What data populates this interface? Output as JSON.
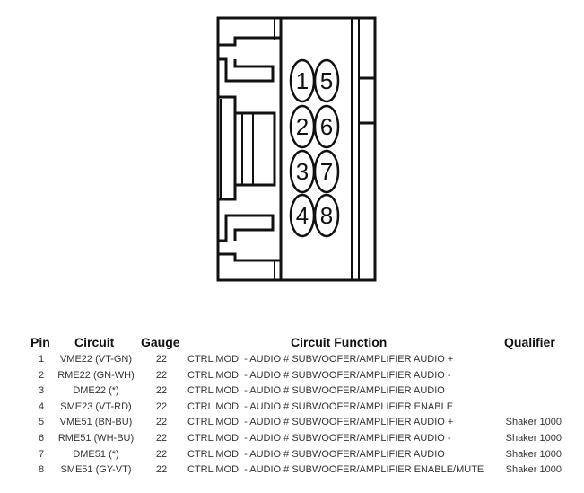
{
  "connector": {
    "pins": [
      {
        "label": "1",
        "col": 0,
        "row": 0
      },
      {
        "label": "2",
        "col": 0,
        "row": 1
      },
      {
        "label": "3",
        "col": 0,
        "row": 2
      },
      {
        "label": "4",
        "col": 0,
        "row": 3
      },
      {
        "label": "5",
        "col": 1,
        "row": 0
      },
      {
        "label": "6",
        "col": 1,
        "row": 1
      },
      {
        "label": "7",
        "col": 1,
        "row": 2
      },
      {
        "label": "8",
        "col": 1,
        "row": 3
      }
    ]
  },
  "table": {
    "headers": {
      "pin": "Pin",
      "circuit": "Circuit",
      "gauge": "Gauge",
      "function": "Circuit Function",
      "qualifier": "Qualifier"
    },
    "rows": [
      {
        "pin": "1",
        "circuit": "VME22 (VT-GN)",
        "gauge": "22",
        "function": "CTRL MOD. - AUDIO # SUBWOOFER/AMPLIFIER AUDIO +",
        "qualifier": ""
      },
      {
        "pin": "2",
        "circuit": "RME22 (GN-WH)",
        "gauge": "22",
        "function": "CTRL MOD. - AUDIO # SUBWOOFER/AMPLIFIER AUDIO -",
        "qualifier": ""
      },
      {
        "pin": "3",
        "circuit": "DME22 (*)",
        "gauge": "22",
        "function": "CTRL MOD. - AUDIO # SUBWOOFER/AMPLIFIER AUDIO",
        "qualifier": ""
      },
      {
        "pin": "4",
        "circuit": "SME23 (VT-RD)",
        "gauge": "22",
        "function": "CTRL MOD. - AUDIO # SUBWOOFER/AMPLIFIER ENABLE",
        "qualifier": ""
      },
      {
        "pin": "5",
        "circuit": "VME51 (BN-BU)",
        "gauge": "22",
        "function": "CTRL MOD. - AUDIO # SUBWOOFER/AMPLIFIER AUDIO +",
        "qualifier": "Shaker 1000"
      },
      {
        "pin": "6",
        "circuit": "RME51 (WH-BU)",
        "gauge": "22",
        "function": "CTRL MOD. - AUDIO # SUBWOOFER/AMPLIFIER AUDIO -",
        "qualifier": "Shaker 1000"
      },
      {
        "pin": "7",
        "circuit": "DME51 (*)",
        "gauge": "22",
        "function": "CTRL MOD. - AUDIO # SUBWOOFER/AMPLIFIER AUDIO",
        "qualifier": "Shaker 1000"
      },
      {
        "pin": "8",
        "circuit": "SME51 (GY-VT)",
        "gauge": "22",
        "function": "CTRL MOD. - AUDIO # SUBWOOFER/AMPLIFIER ENABLE/MUTE",
        "qualifier": "Shaker 1000"
      }
    ]
  }
}
